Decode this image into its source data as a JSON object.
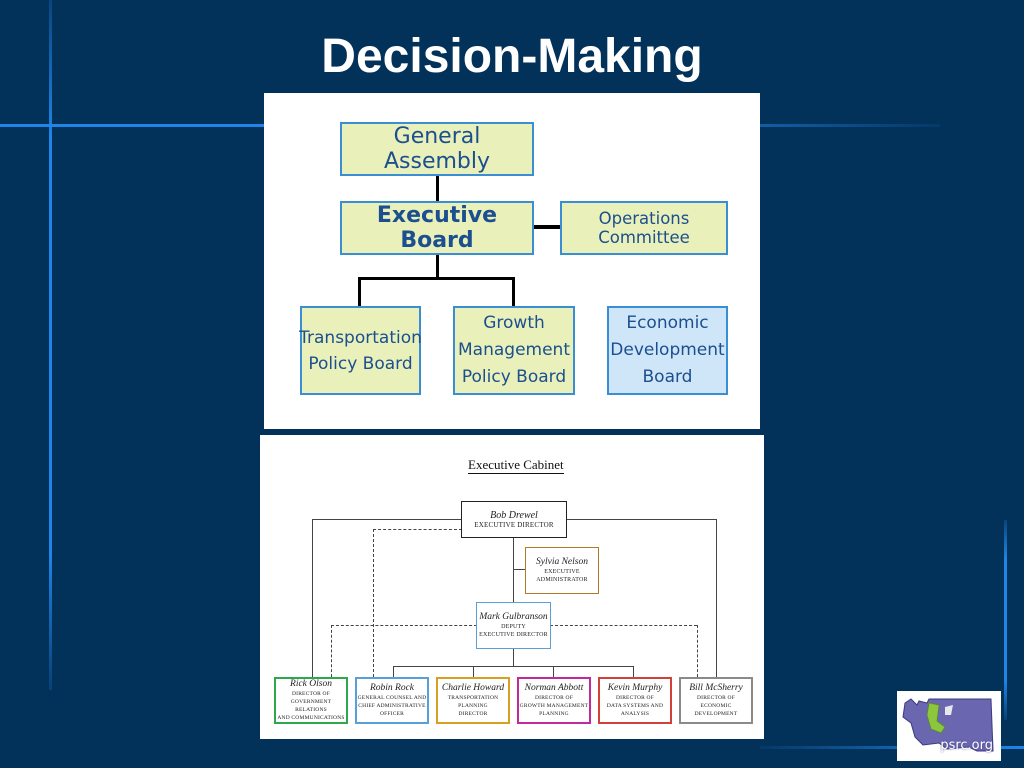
{
  "slide": {
    "title": "Decision-Making"
  },
  "org_chart": {
    "general_assembly": "General Assembly",
    "executive_board": "Executive Board",
    "operations_committee": "Operations Committee",
    "transportation_policy_board": "Transportation\nPolicy Board",
    "growth_management_policy_board": "Growth\nManagement\nPolicy Board",
    "economic_development_board": "Economic\nDevelopment\nBoard"
  },
  "cabinet": {
    "title": "Executive Cabinet",
    "members": {
      "bob": {
        "name": "Bob Drewel",
        "role": "Executive Director"
      },
      "sylvia": {
        "name": "Sylvia Nelson",
        "role": "Executive Administrator"
      },
      "mark": {
        "name": "Mark Gulbranson",
        "role": "Deputy\nExecutive Director"
      },
      "rick": {
        "name": "Rick Olson",
        "role": "Director of\nGovernment Relations\nand Communications"
      },
      "robin": {
        "name": "Robin Rock",
        "role": "General Counsel and\nChief Administrative\nOfficer"
      },
      "charlie": {
        "name": "Charlie Howard",
        "role": "Transportation Planning\nDirector"
      },
      "norman": {
        "name": "Norman Abbott",
        "role": "Director of\nGrowth Management\nPlanning"
      },
      "kevin": {
        "name": "Kevin Murphy",
        "role": "Director of\nData Systems and Analysis"
      },
      "bill": {
        "name": "Bill McSherry",
        "role": "Director of\nEconomic Development"
      }
    }
  },
  "logo": {
    "text": "psrc.org"
  },
  "colors": {
    "background": "#02315a",
    "accent_line": "#1f86e8",
    "green_box": "#e9f0b9",
    "blue_box": "#cfe6f8",
    "box_border": "#3a8fd4",
    "box_text": "#1b4f8f",
    "cab_green": "#2ea84a",
    "cab_blue": "#5aa0d8",
    "cab_orange": "#d8a020",
    "cab_magenta": "#c02a9a",
    "cab_red": "#d2403a",
    "cab_gray": "#8a8a8a",
    "cab_brown": "#b07a2a"
  }
}
